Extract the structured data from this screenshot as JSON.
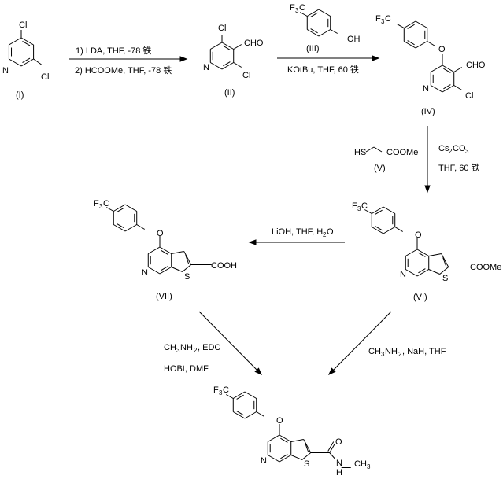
{
  "title": "Synthesis scheme of N-methyl-4-[4-(trifluoromethyl)phenoxy]thieno[2,3-c]pyridine-2-carboxamide",
  "compounds": {
    "I": {
      "label": "(I)",
      "atoms": {
        "Cl_top": "Cl",
        "Cl_right": "Cl",
        "N": "N"
      }
    },
    "II": {
      "label": "(II)",
      "atoms": {
        "Cl_top": "Cl",
        "CHO": "CHO",
        "Cl_right": "Cl",
        "N": "N"
      }
    },
    "III": {
      "label": "(III)",
      "atoms": {
        "CF3_F": "F",
        "CF3_sub": "3",
        "CF3_C": "C",
        "OH": "OH"
      }
    },
    "IV": {
      "label": "(IV)",
      "atoms": {
        "CF3_F": "F",
        "CF3_sub": "3",
        "CF3_C": "C",
        "O": "O",
        "CHO": "CHO",
        "Cl": "Cl",
        "N": "N"
      }
    },
    "V": {
      "label": "(V)",
      "atoms": {
        "HS": "HS",
        "COOMe": "COOMe"
      }
    },
    "VI": {
      "label": "(VI)",
      "atoms": {
        "CF3_F": "F",
        "CF3_sub": "3",
        "CF3_C": "C",
        "O": "O",
        "N": "N",
        "S": "S",
        "COOMe": "COOMe"
      }
    },
    "VII": {
      "label": "(VII)",
      "atoms": {
        "CF3_F": "F",
        "CF3_sub": "3",
        "CF3_C": "C",
        "O": "O",
        "N": "N",
        "S": "S",
        "COOH": "COOH"
      }
    },
    "final": {
      "atoms": {
        "CF3_F": "F",
        "CF3_sub": "3",
        "CF3_C": "C",
        "O": "O",
        "N": "N",
        "S": "S",
        "carbonyl_O": "O",
        "amide_N": "N",
        "amide_H": "H",
        "CH3_C": "CH",
        "CH3_sub": "3"
      }
    }
  },
  "steps": {
    "step1": {
      "line1": "1) LDA, THF, -78 铁",
      "line2": "2) HCOOMe, THF, -78 铁"
    },
    "step2": {
      "reagent": "(III)",
      "conditions": "KOtBu, THF, 60 铁"
    },
    "step3": {
      "reagent": "(V)",
      "cond_line1_a": "Cs",
      "cond_line1_sub1": "2",
      "cond_line1_b": "CO",
      "cond_line1_sub2": "3",
      "cond_line2": "THF, 60 铁"
    },
    "step4": {
      "cond_a": "LiOH, THF, H",
      "cond_sub": "2",
      "cond_b": "O"
    },
    "step5a": {
      "line1_a": "CH",
      "line1_sub1": "3",
      "line1_b": "NH",
      "line1_sub2": "2",
      "line1_c": ", EDC",
      "line2": "HOBt, DMF"
    },
    "step5b": {
      "line1_a": "CH",
      "line1_sub1": "3",
      "line1_b": "NH",
      "line1_sub2": "2",
      "line1_c": ", NaH, THF"
    }
  }
}
